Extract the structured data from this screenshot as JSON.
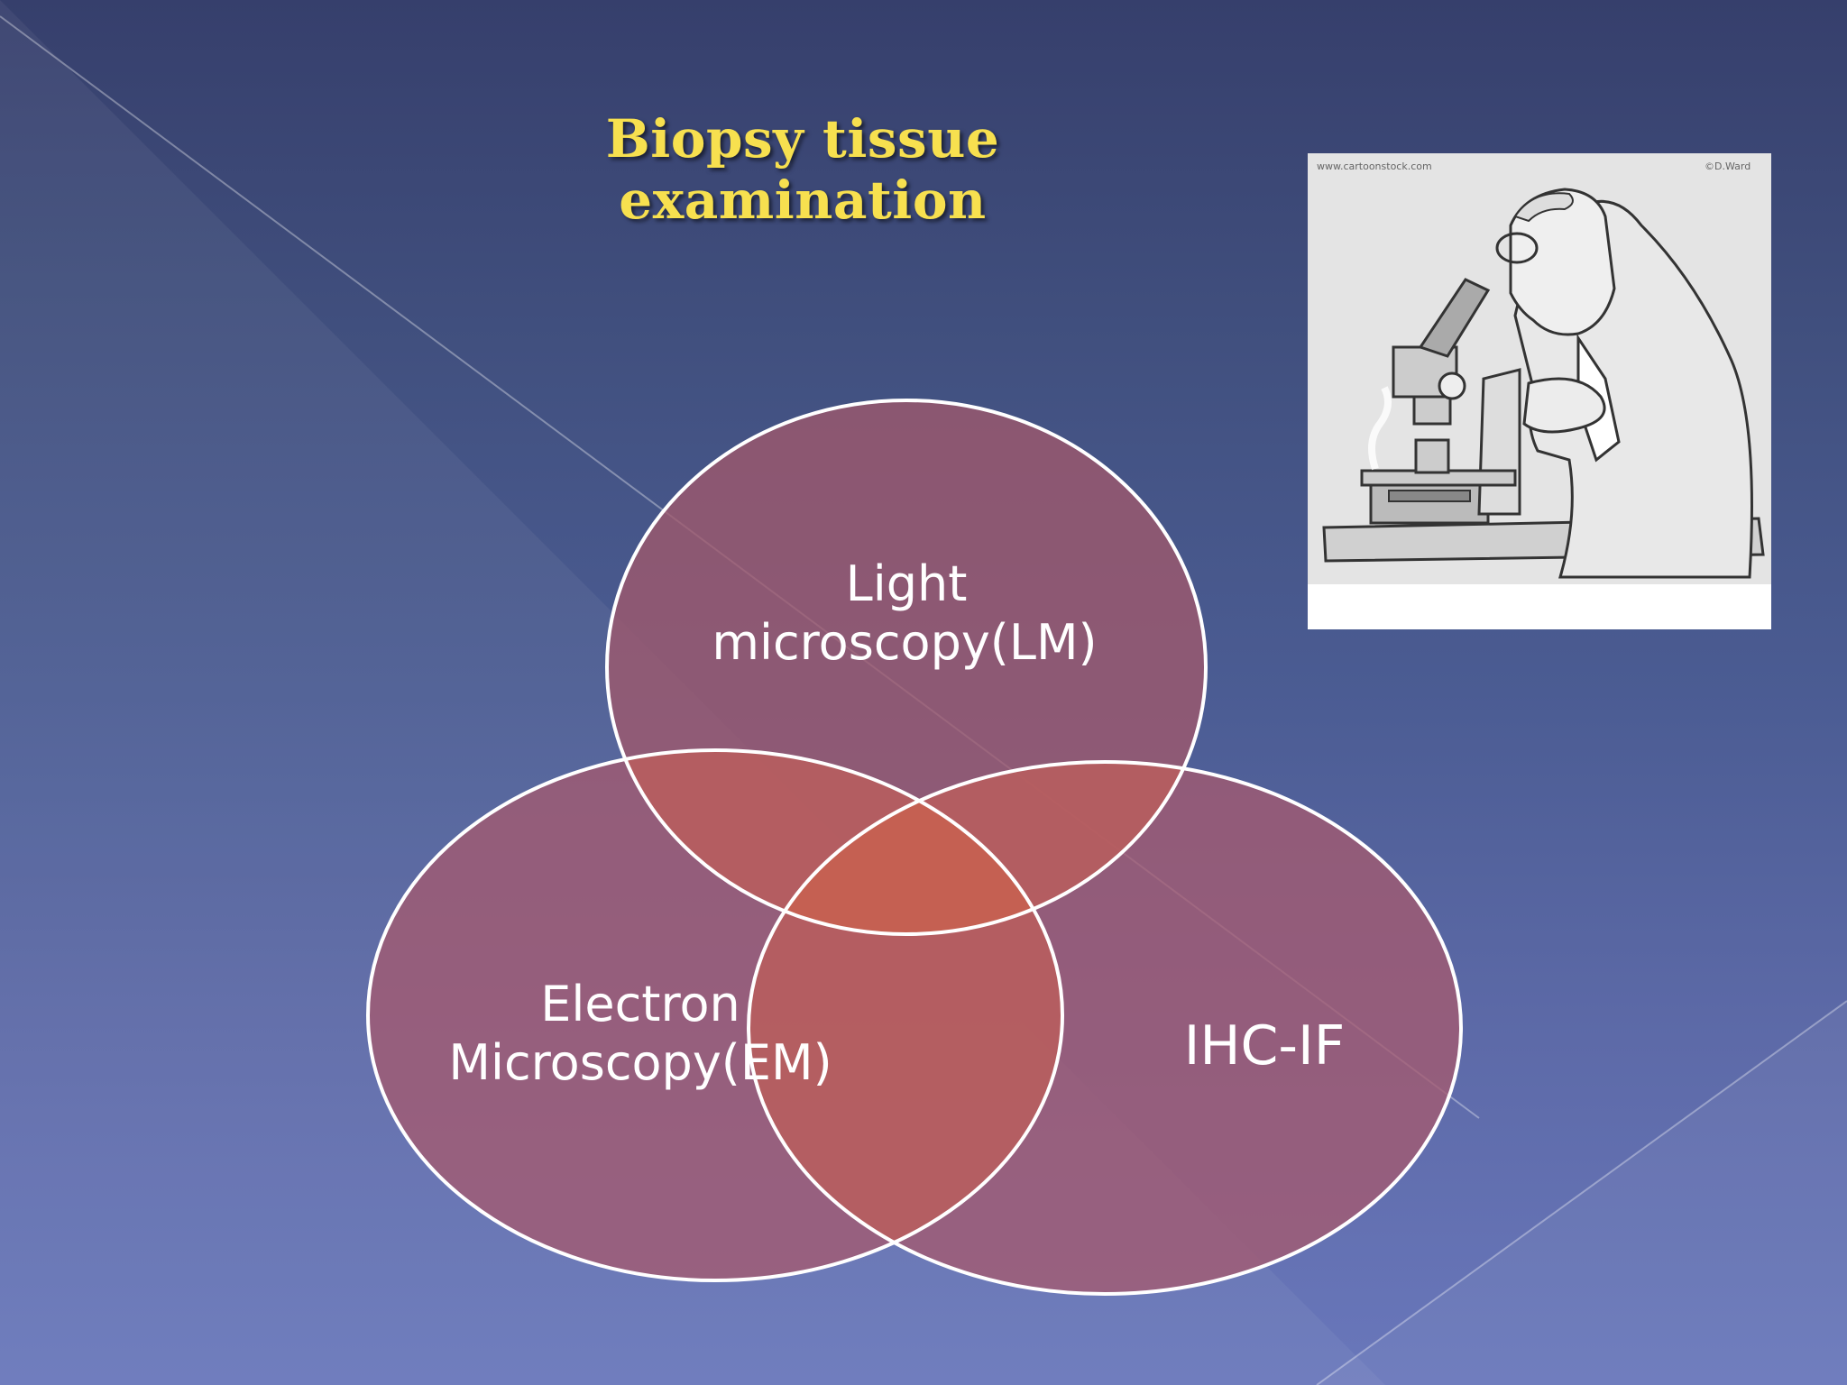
{
  "slide": {
    "title": "Biopsy tissue examination",
    "background_colors": [
      "#363f6c",
      "#6977bb"
    ],
    "title_color": "#f7e04f"
  },
  "cartoon": {
    "icon": "microscope-scientist-cartoon",
    "watermark_left": "www.cartoonstock.com",
    "watermark_right": "©D.Ward"
  },
  "venn": {
    "circle_fill": "#a05a6c",
    "overlap_color": "#c8604a",
    "stroke_color": "#ffffff",
    "circles": [
      {
        "line1": "Light",
        "line2": "microscopy(LM)"
      },
      {
        "line1": "Electron",
        "line2": "Microscopy(EM)"
      },
      {
        "line1": "IHC-IF",
        "line2": ""
      }
    ]
  }
}
